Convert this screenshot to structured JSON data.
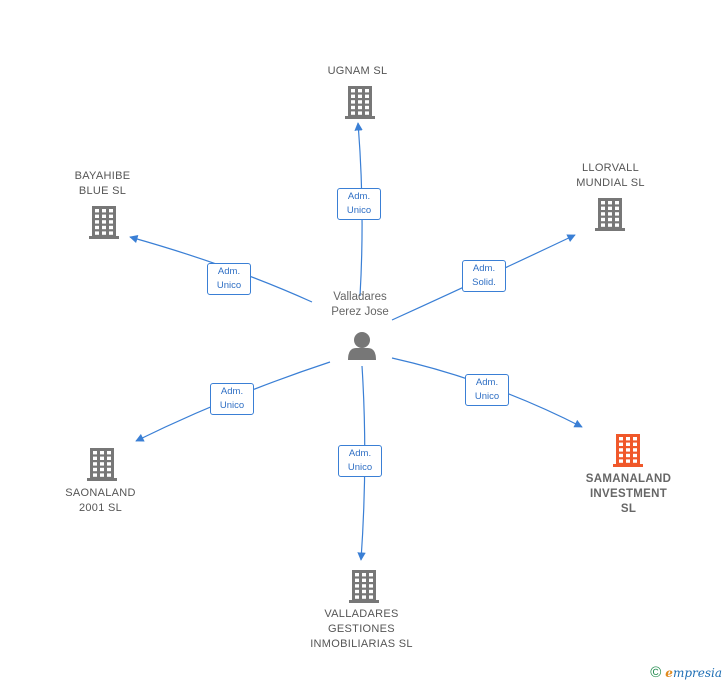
{
  "center": {
    "label": "Valladares\nPerez Jose",
    "icon": "person-icon"
  },
  "companies": [
    {
      "id": "ugnam",
      "label": "UGNAM  SL",
      "color": "#777777",
      "highlight": false
    },
    {
      "id": "bayahibe",
      "label": "BAYAHIBE\nBLUE  SL",
      "color": "#777777",
      "highlight": false
    },
    {
      "id": "llorvall",
      "label": "LLORVALL\nMUNDIAL  SL",
      "color": "#777777",
      "highlight": false
    },
    {
      "id": "saonaland",
      "label": "SAONALAND\n2001  SL",
      "color": "#777777",
      "highlight": false
    },
    {
      "id": "samanaland",
      "label": "SAMANALAND\nINVESTMENT\nSL",
      "color": "#f0582a",
      "highlight": true
    },
    {
      "id": "valladares",
      "label": "VALLADARES\nGESTIONES\nINMOBILIARIAS SL",
      "color": "#777777",
      "highlight": false
    }
  ],
  "edges": [
    {
      "to": "ugnam",
      "label": "Adm.\nUnico"
    },
    {
      "to": "bayahibe",
      "label": "Adm.\nUnico"
    },
    {
      "to": "llorvall",
      "label": "Adm.\nSolid."
    },
    {
      "to": "saonaland",
      "label": "Adm.\nUnico"
    },
    {
      "to": "samanaland",
      "label": "Adm.\nUnico"
    },
    {
      "to": "valladares",
      "label": "Adm.\nUnico"
    }
  ],
  "colors": {
    "edge": "#3a7fd5",
    "building": "#777777",
    "highlight": "#f0582a",
    "person": "#777777"
  },
  "footer": {
    "copyright": "©",
    "brand_first": "e",
    "brand_rest": "mpresia"
  }
}
